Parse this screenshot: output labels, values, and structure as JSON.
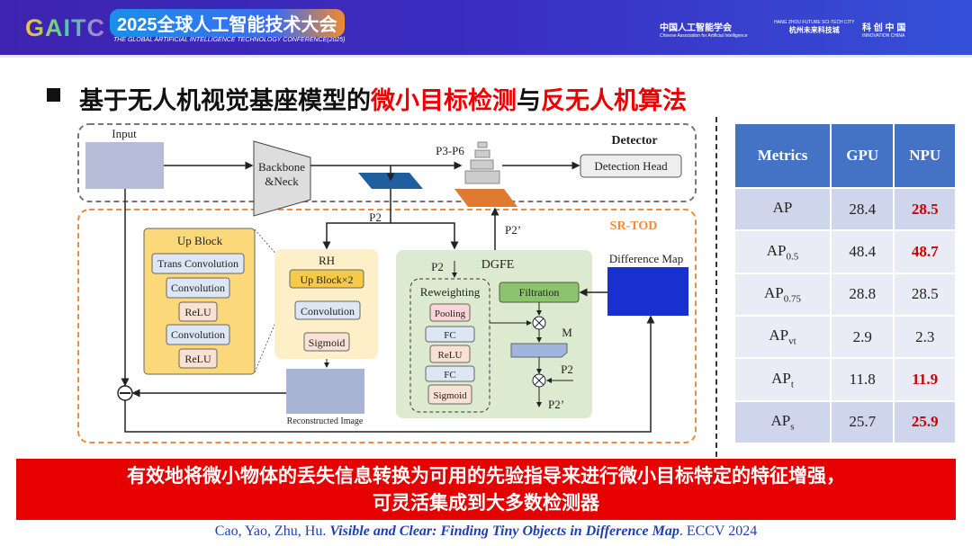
{
  "header": {
    "logo": "GAITC",
    "conf_title": "2025全球人工智能技术大会",
    "conf_subtitle": "THE GLOBAL ARTIFICIAL INTELLIGENCE TECHNOLOGY CONFERENCE(2025)",
    "partners": [
      {
        "name": "中国人工智能学会",
        "sub": "Chinese Association for Artificial Intelligence"
      },
      {
        "name": "杭州未来科技城",
        "sub": "HANG ZHOU FUTURE SCI-TECH CITY"
      },
      {
        "name": "科 创 中 国",
        "sub": "INNOVATION CHINA"
      }
    ]
  },
  "slide": {
    "title_parts": [
      "基于无人机视觉基座模型的",
      "微小目标检测",
      "与",
      "反无人机算法"
    ],
    "title_highlight_color": "#e00000"
  },
  "diagram": {
    "input": "Input",
    "backbone1": "Backbone",
    "backbone2": "&Neck",
    "p3p6": "P3-P6",
    "detector": "Detector",
    "detection_head": "Detection Head",
    "p2": "P2",
    "p2prime": "P2’",
    "srtod": "SR-TOD",
    "upblock": {
      "title": "Up Block",
      "items": [
        "Trans Convolution",
        "Convolution",
        "ReLU",
        "Convolution",
        "ReLU"
      ]
    },
    "rh": {
      "title": "RH",
      "items": [
        "Up Block×2",
        "Convolution",
        "Sigmoid"
      ]
    },
    "reconstructed": "Reconstructed Image",
    "dgfe": {
      "title": "DGFE",
      "p2": "P2",
      "reweighting": "Reweighting",
      "items": [
        "Pooling",
        "FC",
        "ReLU",
        "FC",
        "Sigmoid"
      ],
      "filtration": "Filtration",
      "m": "M",
      "p2out": "P2’"
    },
    "difference_map": "Difference Map"
  },
  "table": {
    "headers": [
      "Metrics",
      "GPU",
      "NPU"
    ],
    "rows": [
      {
        "m": "AP",
        "sub": "",
        "gpu": "28.4",
        "npu": "28.5",
        "hl": true
      },
      {
        "m": "AP",
        "sub": "0.5",
        "gpu": "48.4",
        "npu": "48.7",
        "hl": true
      },
      {
        "m": "AP",
        "sub": "0.75",
        "gpu": "28.8",
        "npu": "28.5",
        "hl": false
      },
      {
        "m": "AP",
        "sub": "vt",
        "gpu": "2.9",
        "npu": "2.3",
        "hl": false
      },
      {
        "m": "AP",
        "sub": "t",
        "gpu": "11.8",
        "npu": "11.9",
        "hl": true
      },
      {
        "m": "AP",
        "sub": "s",
        "gpu": "25.7",
        "npu": "25.9",
        "hl": true
      }
    ]
  },
  "banner": {
    "line1": "有效地将微小物体的丢失信息转换为可用的先验指导来进行微小目标特定的特征增强，",
    "line2": "可灵活集成到大多数检测器"
  },
  "citation": {
    "authors": "Cao, Yao, Zhu, Hu. ",
    "title": "Visible and Clear: Finding Tiny Objects in Difference Map",
    "venue": ". ECCV 2024"
  }
}
